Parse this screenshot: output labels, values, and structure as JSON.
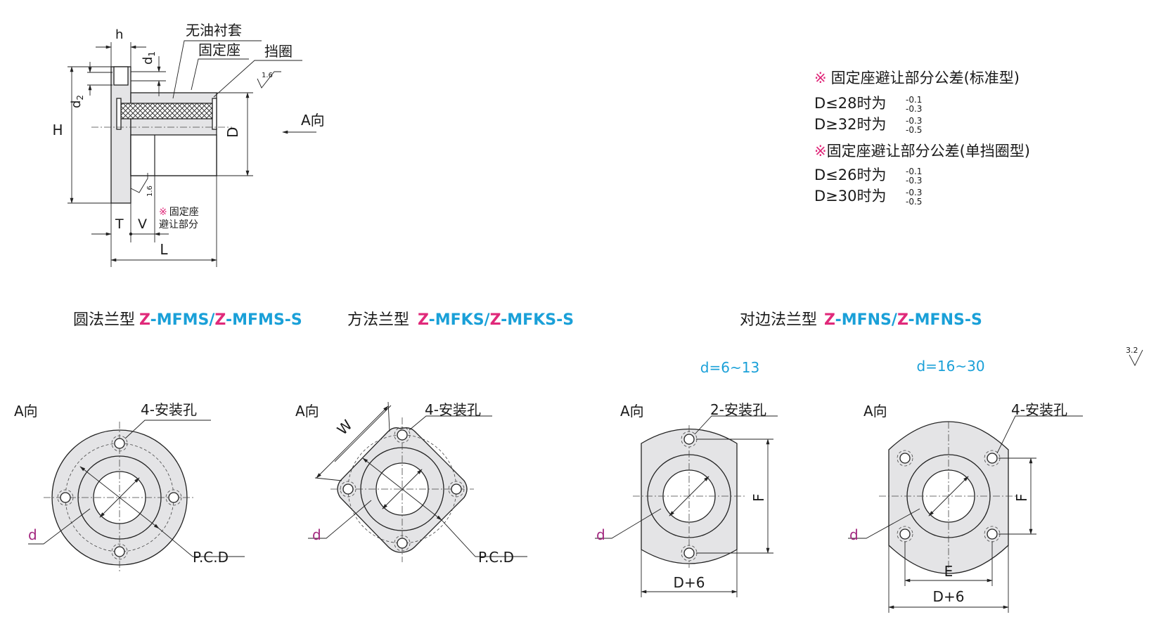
{
  "side_view": {
    "labels": {
      "h": "h",
      "d1": "d",
      "d1_sub": "1",
      "d2": "d",
      "d2_sub": "2",
      "H": "H",
      "D": "D",
      "T": "T",
      "V": "V",
      "L": "L",
      "oilfree": "无油衬套",
      "seat": "固定座",
      "ring": "挡圈",
      "a_dir": "A向",
      "rough1": "1.6",
      "rough2": "1.6",
      "note_line1": "固定座",
      "note_line2": "避让部分",
      "note_mark": "※"
    }
  },
  "tolerance_notes": {
    "mark": "※",
    "std_title": "固定座避让部分公差(标准型)",
    "std_rows": [
      {
        "prefix": "D≤28时为",
        "upper": "-0.1",
        "lower": "-0.3"
      },
      {
        "prefix": "D≥32时为",
        "upper": "-0.3",
        "lower": "-0.5"
      }
    ],
    "single_title": "固定座避让部分公差(单挡圈型)",
    "single_rows": [
      {
        "prefix": "D≤26时为",
        "upper": "-0.1",
        "lower": "-0.3"
      },
      {
        "prefix": "D≥30时为",
        "upper": "-0.3",
        "lower": "-0.5"
      }
    ]
  },
  "type_titles": {
    "round": {
      "name": "圆法兰型",
      "z1": "Z",
      "m1": "-MFMS/",
      "z2": "Z",
      "m2": "-MFMS-S"
    },
    "square": {
      "name": "方法兰型",
      "z1": "Z",
      "m1": "-MFKS/",
      "z2": "Z",
      "m2": "-MFKS-S"
    },
    "cut": {
      "name": "对边法兰型",
      "z1": "Z",
      "m1": "-MFNS/",
      "z2": "Z",
      "m2": "-MFNS-S"
    }
  },
  "range_labels": {
    "small": "d=6~13",
    "large": "d=16~30"
  },
  "roughness_corner": "3.2",
  "views": {
    "round": {
      "a_dir": "A向",
      "holes": "4-安装孔",
      "d": "d",
      "pcd": "P.C.D"
    },
    "square": {
      "a_dir": "A向",
      "holes": "4-安装孔",
      "d": "d",
      "pcd": "P.C.D",
      "w": "W"
    },
    "cut_small": {
      "a_dir": "A向",
      "holes": "2-安装孔",
      "d": "d",
      "f": "F",
      "d6": "D+6"
    },
    "cut_large": {
      "a_dir": "A向",
      "holes": "4-安装孔",
      "d": "d",
      "f": "F",
      "e": "E",
      "d6": "D+6"
    }
  },
  "colors": {
    "pink": "#e0297a",
    "blue": "#1aa0d8",
    "purple": "#a3277f",
    "fill": "#e4e4e6"
  }
}
